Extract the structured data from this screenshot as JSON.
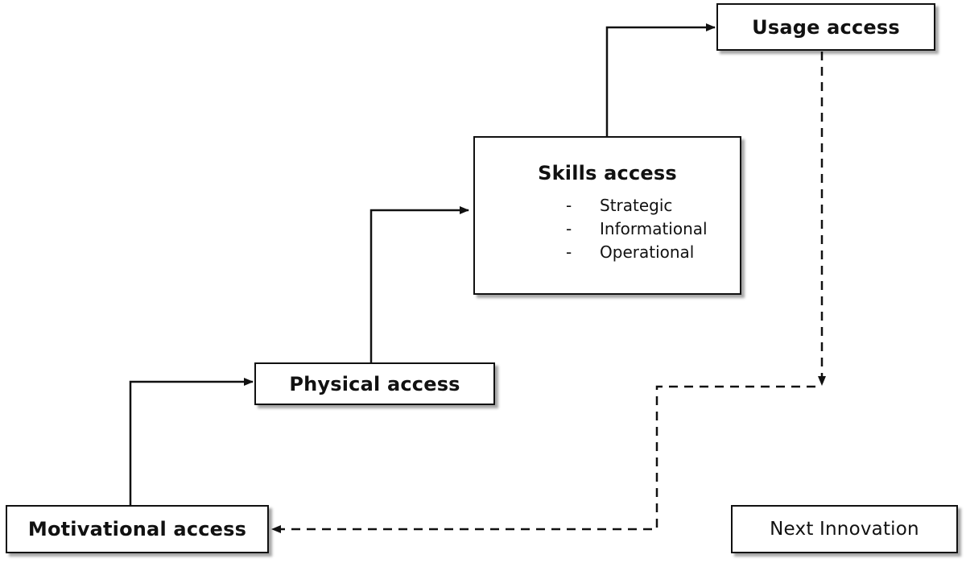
{
  "boxes": {
    "usage": {
      "title": "Usage access"
    },
    "skills": {
      "title": "Skills access",
      "items": [
        "Strategic",
        "Informational",
        "Operational"
      ],
      "bullet": "-"
    },
    "physical": {
      "title": "Physical access"
    },
    "motivational": {
      "title": "Motivational access"
    },
    "next": {
      "title": "Next Innovation"
    }
  },
  "colors": {
    "stroke": "#111111",
    "background": "#ffffff"
  }
}
